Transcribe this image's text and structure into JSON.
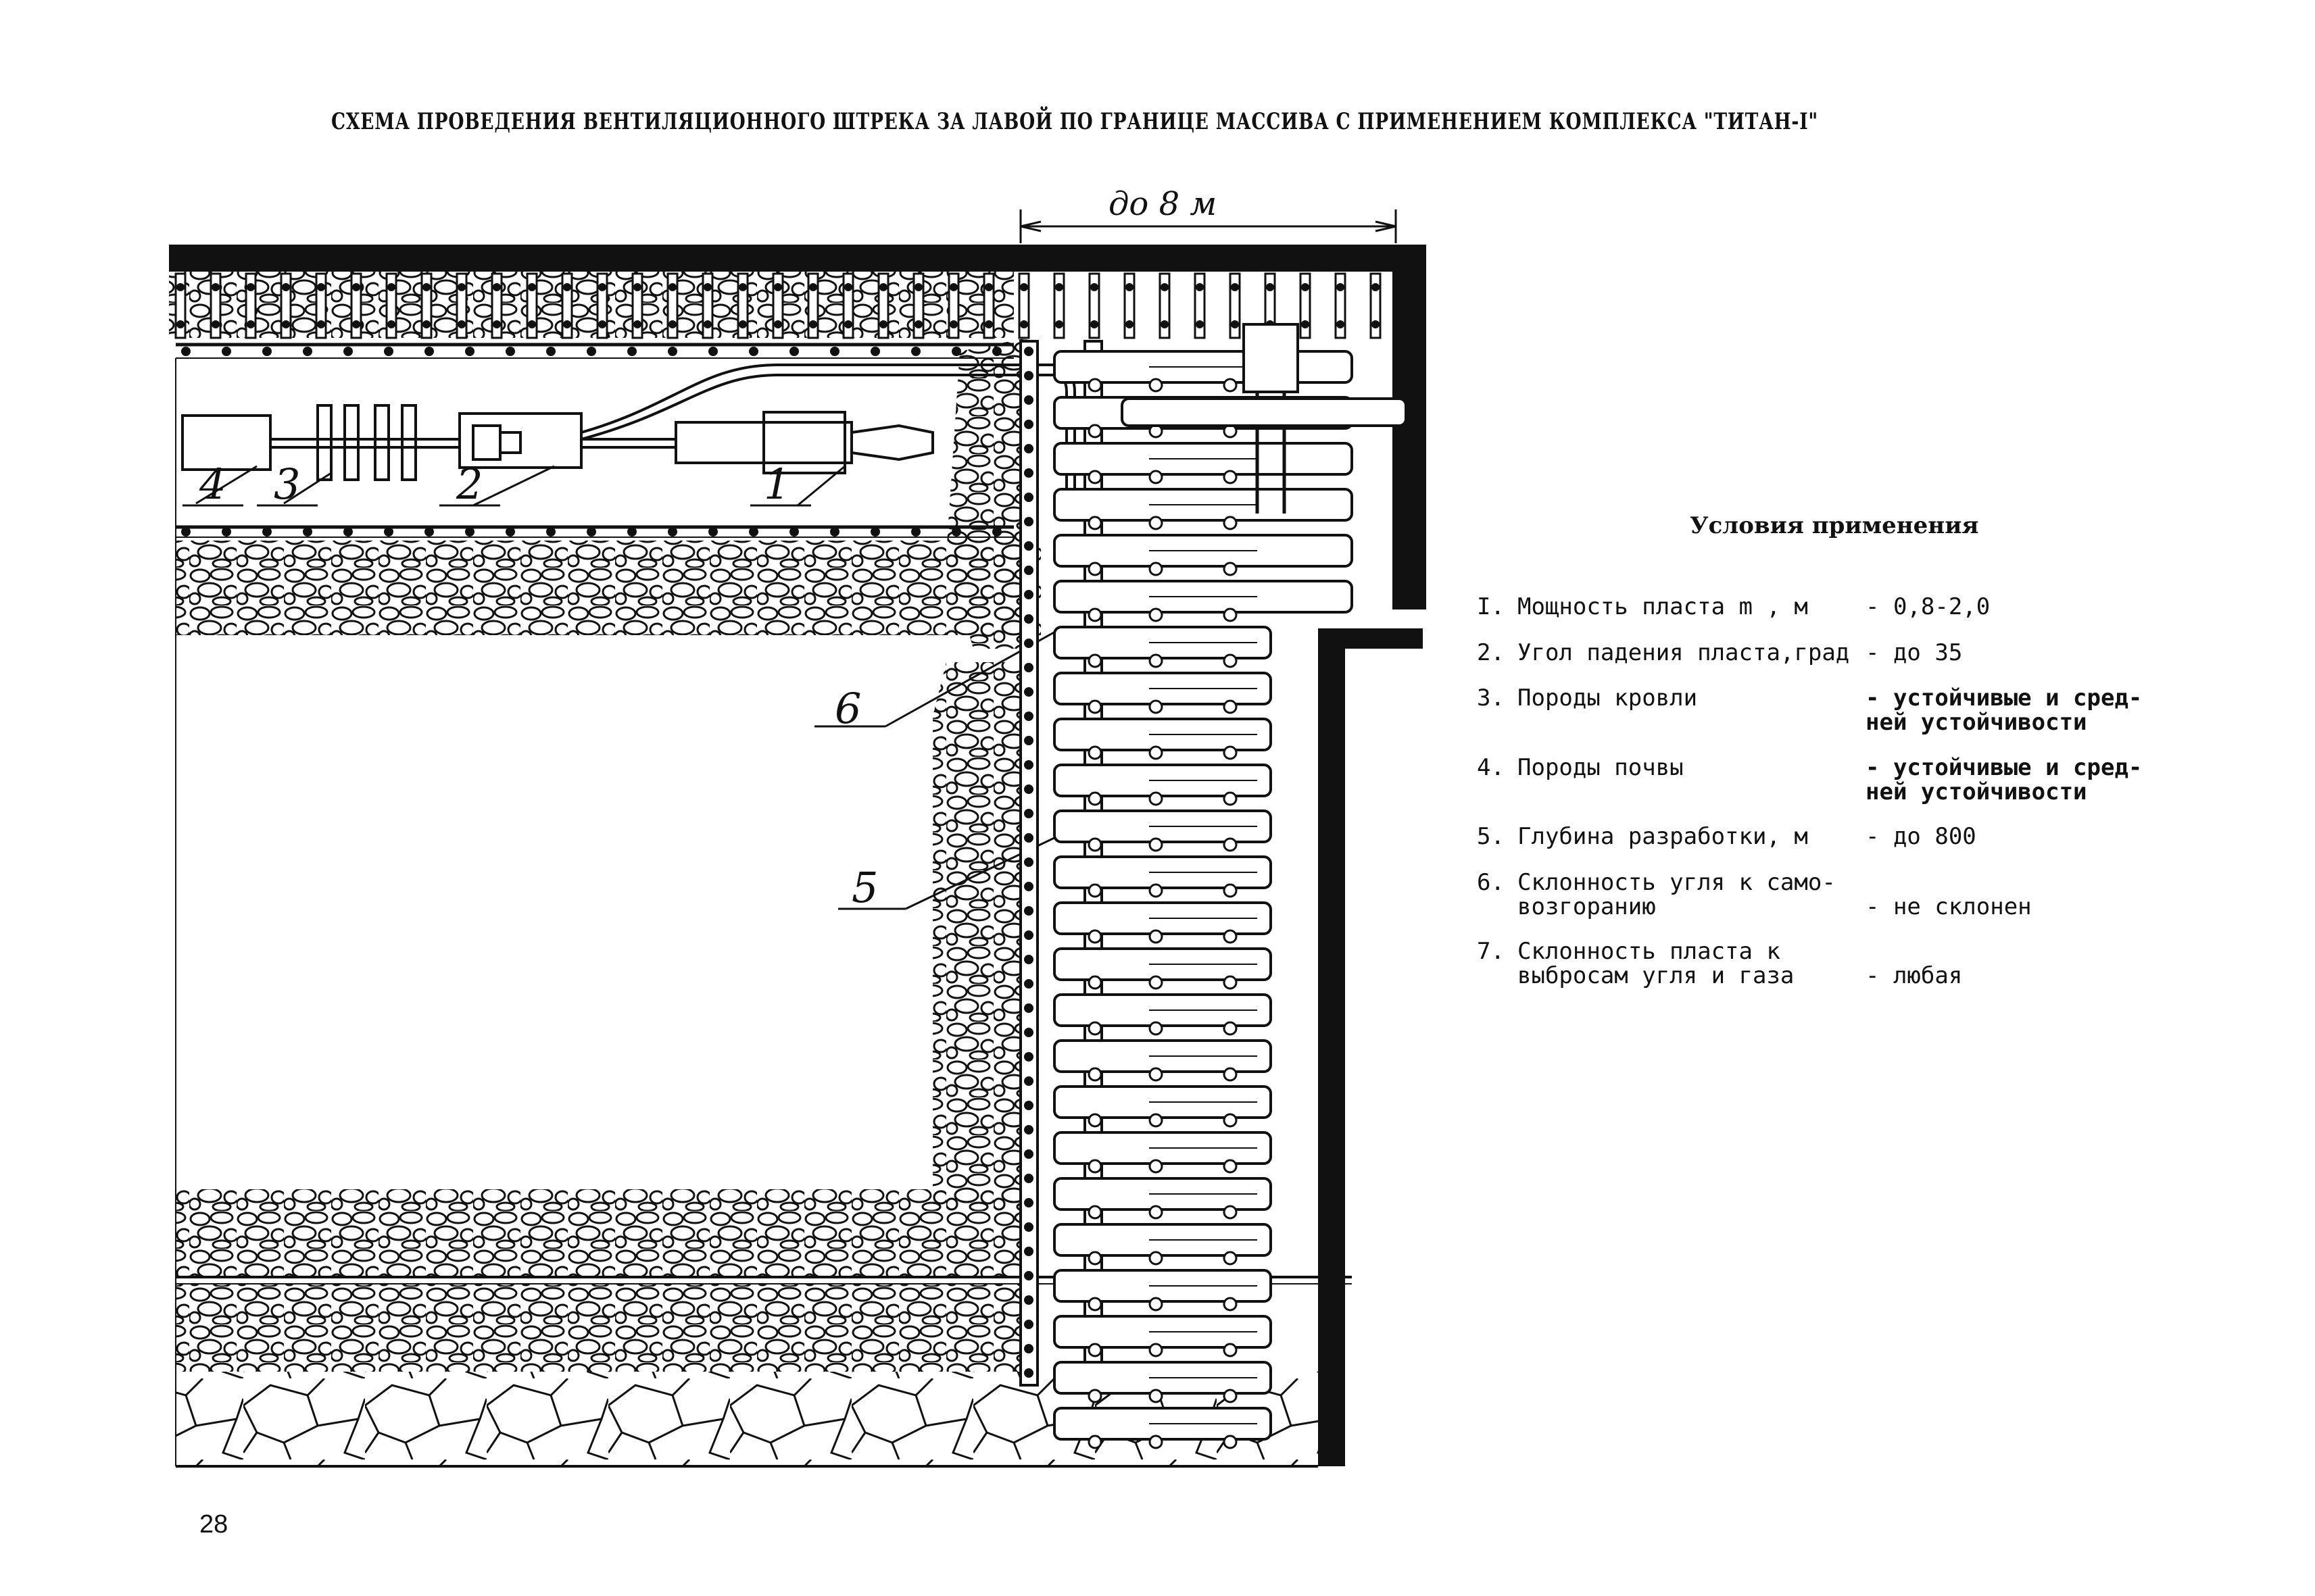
{
  "title": "СХЕМА ПРОВЕДЕНИЯ ВЕНТИЛЯЦИОННОГО ШТРЕКА ЗА ЛАВОЙ ПО ГРАНИЦЕ МАССИВА С ПРИМЕНЕНИЕМ КОМПЛЕКСА \"ТИТАН-I\"",
  "dimension_label": "до 8 м",
  "callouts": [
    "1",
    "2",
    "3",
    "4",
    "5",
    "6"
  ],
  "conditions": {
    "heading": "Условия применения",
    "items": [
      {
        "num": "I.",
        "label": "Мощность пласта m , м",
        "value": "- 0,8-2,0",
        "bold": false
      },
      {
        "num": "2.",
        "label": "Угол падения пласта,град",
        "value": "- до 35",
        "bold": false
      },
      {
        "num": "3.",
        "label": "Породы кровли",
        "value": "- устойчивые и сред-\n  ней устойчивости",
        "bold": true
      },
      {
        "num": "4.",
        "label": "Породы почвы",
        "value": "- устойчивые и сред-\n  ней устойчивости",
        "bold": true
      },
      {
        "num": "5.",
        "label": "Глубина разработки, м",
        "value": "- до 800",
        "bold": false
      },
      {
        "num": "6.",
        "label": "Склонность угля к само-\nвозгоранию",
        "value": "\n- не склонен",
        "bold": false
      },
      {
        "num": "7.",
        "label": "Склонность пласта к\nвыбросам угля и газа",
        "value": "\n- любая",
        "bold": false
      }
    ]
  },
  "page_number": "28"
}
